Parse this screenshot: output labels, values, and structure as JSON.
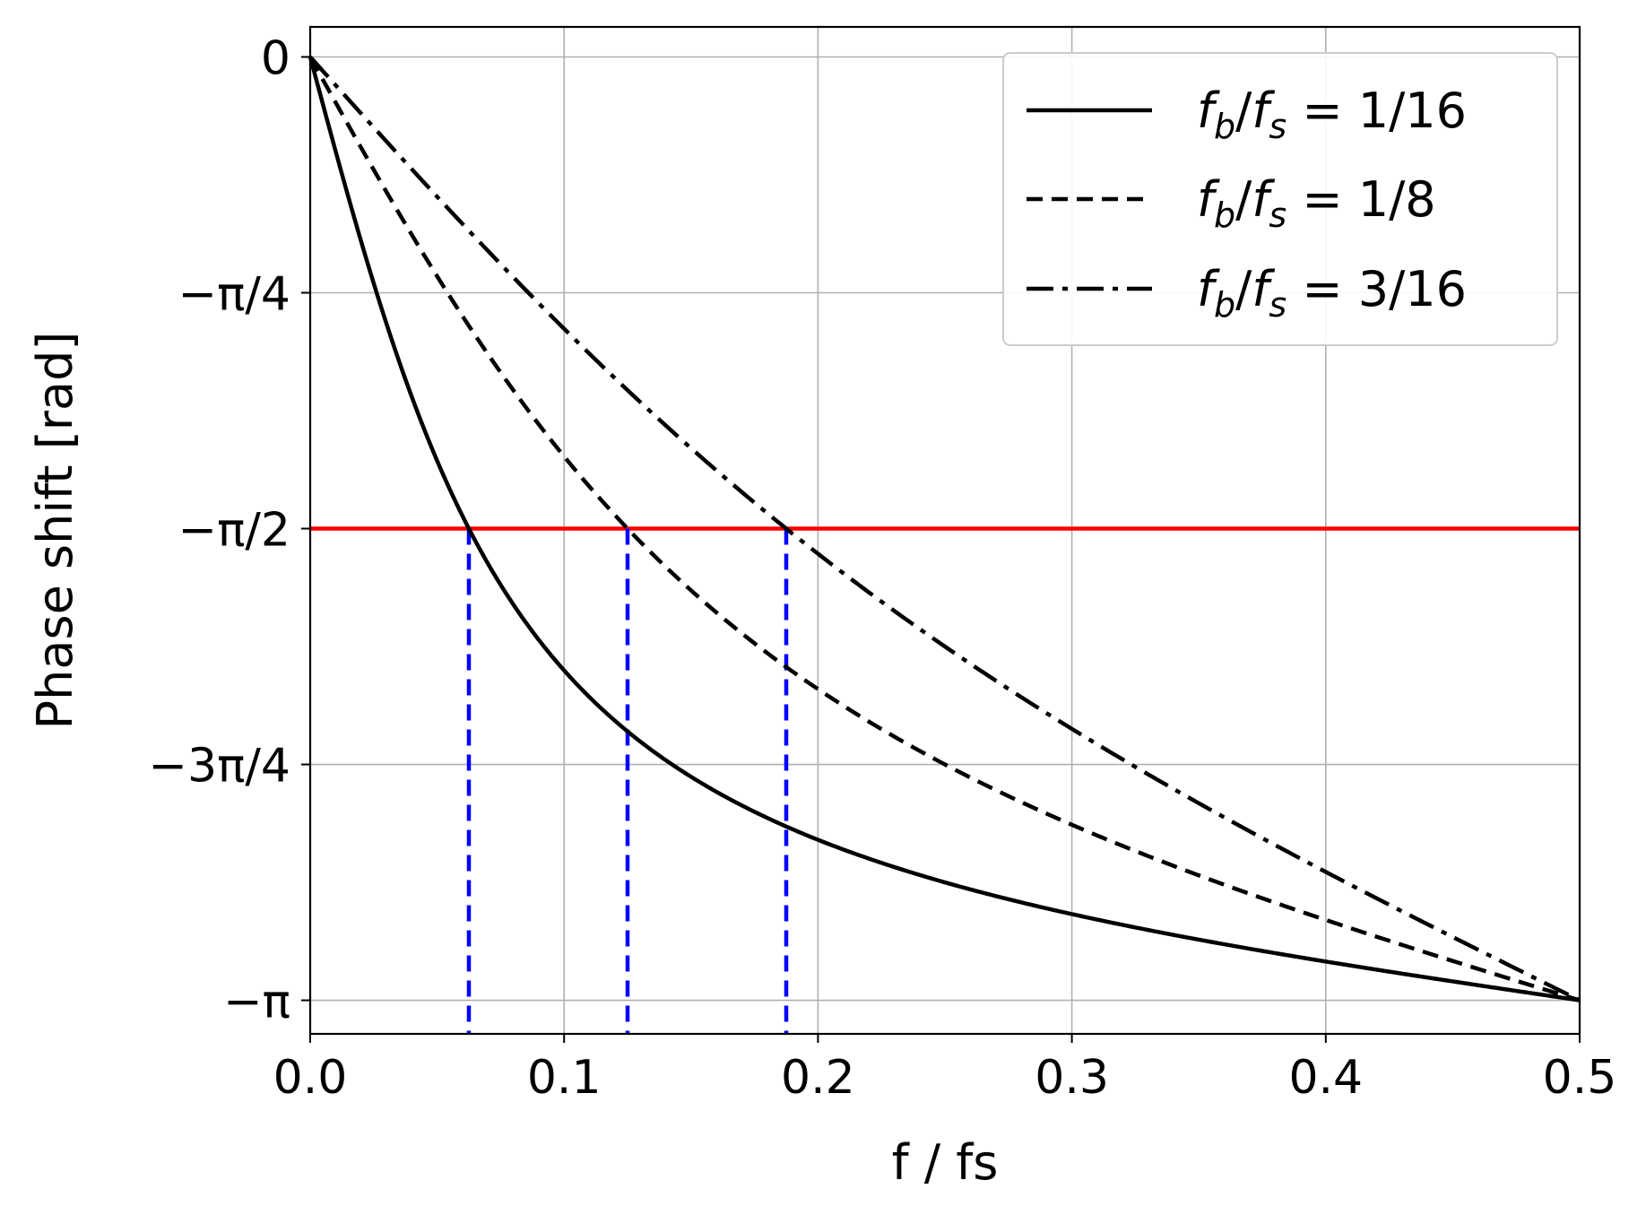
{
  "chart_data": {
    "type": "line",
    "xlabel": "f / fs",
    "ylabel": "Phase shift [rad]",
    "xlim": [
      0.0,
      0.5
    ],
    "ylim": [
      -3.2534,
      0.1
    ],
    "grid": true,
    "legend_position": "top-right",
    "x_ticks": [
      {
        "value": 0.0,
        "label": "0.0"
      },
      {
        "value": 0.1,
        "label": "0.1"
      },
      {
        "value": 0.2,
        "label": "0.2"
      },
      {
        "value": 0.3,
        "label": "0.3"
      },
      {
        "value": 0.4,
        "label": "0.4"
      },
      {
        "value": 0.5,
        "label": "0.5"
      }
    ],
    "y_ticks": [
      {
        "value": 0.0,
        "label": "0"
      },
      {
        "value": -0.7854,
        "label": "−π/4"
      },
      {
        "value": -1.5708,
        "label": "−π/2"
      },
      {
        "value": -2.3562,
        "label": "−3π/4"
      },
      {
        "value": -3.1416,
        "label": "−π"
      }
    ],
    "series": [
      {
        "name": "fb/fs = 1/16",
        "ratio": "1/16",
        "fb_over_fs": 0.0625,
        "style": "solid",
        "color": "#000000"
      },
      {
        "name": "fb/fs = 1/8",
        "ratio": "1/8",
        "fb_over_fs": 0.125,
        "style": "dashed",
        "color": "#000000"
      },
      {
        "name": "fb/fs = 3/16",
        "ratio": "3/16",
        "fb_over_fs": 0.1875,
        "style": "dashdot",
        "color": "#000000"
      }
    ],
    "reference_line": {
      "y": -1.5708,
      "color": "#ff0000"
    },
    "markers": [
      {
        "x": 0.0625,
        "color": "#0000ff",
        "style": "dashed"
      },
      {
        "x": 0.125,
        "color": "#0000ff",
        "style": "dashed"
      },
      {
        "x": 0.1875,
        "color": "#0000ff",
        "style": "dashed"
      }
    ],
    "legend_entries": [
      {
        "lhs_f": "f",
        "lhs_b": "b",
        "sep": "/",
        "rhs_f": "f",
        "rhs_s": "s",
        "eq": " = ",
        "value": "1/16"
      },
      {
        "lhs_f": "f",
        "lhs_b": "b",
        "sep": "/",
        "rhs_f": "f",
        "rhs_s": "s",
        "eq": " = ",
        "value": "1/8"
      },
      {
        "lhs_f": "f",
        "lhs_b": "b",
        "sep": "/",
        "rhs_f": "f",
        "rhs_s": "s",
        "eq": " = ",
        "value": "3/16"
      }
    ]
  }
}
